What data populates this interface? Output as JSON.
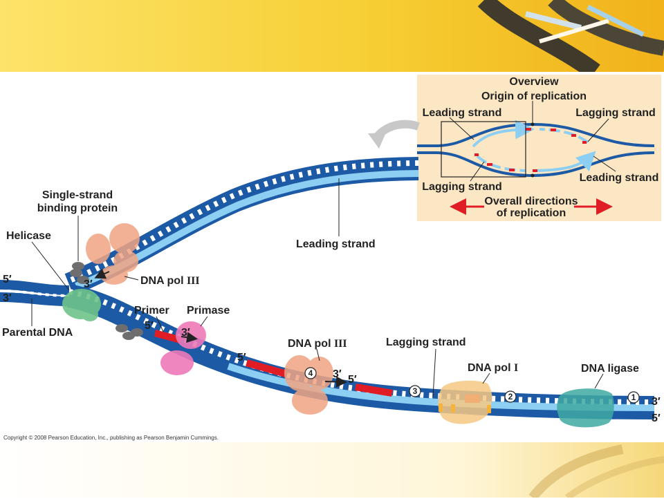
{
  "colors": {
    "banner": "#f8d33a",
    "dna_dark": "#1c5aa6",
    "dna_light": "#8ccff2",
    "primer": "#e01c24",
    "overview_bg": "#fbe7c4",
    "helicase": "#6fc48a",
    "pol3": "#f0a483",
    "primase": "#ee79b8",
    "pol1": "#f6c883",
    "ligase": "#3fa9a2",
    "ssb": "#6e6e6e"
  },
  "overview": {
    "title": "Overview",
    "origin": "Origin of replication",
    "leading_left": "Leading strand",
    "lagging_right_top": "Lagging strand",
    "lagging_left": "Lagging strand",
    "leading_right": "Leading strand",
    "directions_line1": "Overall directions",
    "directions_line2": "of replication"
  },
  "labels": {
    "ssb_line1": "Single-strand",
    "ssb_line2": "binding protein",
    "helicase": "Helicase",
    "leading_strand": "Leading strand",
    "dna_pol_iii_top": "DNA pol ",
    "roman_iii": "III",
    "parental_dna": "Parental DNA",
    "primer": "Primer",
    "primase": "Primase",
    "dna_pol_iii_mid": "DNA pol ",
    "lagging_strand": "Lagging strand",
    "dna_pol_i": "DNA pol ",
    "roman_i": "I",
    "dna_ligase": "DNA ligase"
  },
  "ends": {
    "top_left_5": "5′",
    "top_left_3": "3′",
    "leading_3": "3′",
    "primer_5": "5′",
    "primer_3": "3′",
    "okazaki_5": "5′",
    "pol3_3": "3′",
    "next_5": "5′",
    "right_3": "3′",
    "right_5": "5′"
  },
  "steps": [
    "1",
    "2",
    "3",
    "4"
  ],
  "copyright": "Copyright © 2008 Pearson Education, Inc., publishing as Pearson Benjamin Cummings."
}
